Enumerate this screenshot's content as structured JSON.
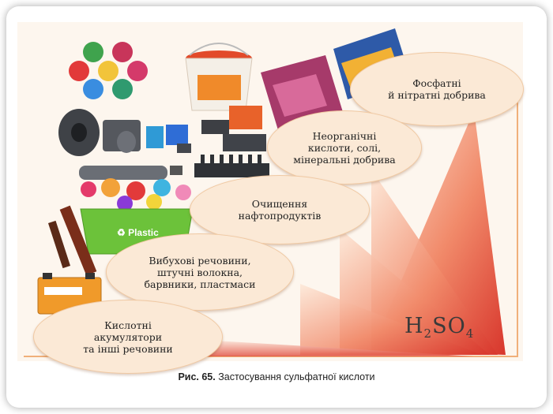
{
  "figure": {
    "bubbles": [
      {
        "text": "Фосфатні\nй нітратні добрива"
      },
      {
        "text": "Неорганічні\nкислоти, солі,\nмінеральні добрива"
      },
      {
        "text": "Очищення\nнафтопродуктів"
      },
      {
        "text": "Вибухові речовини,\nштучні волокна,\nбарвники, пластмаси"
      },
      {
        "text": "Кислотні\nакумулятори\nта інші речовини"
      }
    ],
    "formula": {
      "h": "H",
      "sub1": "2",
      "so": "SO",
      "sub2": "4"
    },
    "basket_label": "♻ Plastic",
    "caption_prefix": "Рис. 65.",
    "caption_text": " Застосування сульфатної кислоти",
    "colors": {
      "ray_dark": "#e2463a",
      "ray_light": "#fbe3cf",
      "bubble": "#fbe9d6",
      "border": "#f0b07a"
    }
  }
}
